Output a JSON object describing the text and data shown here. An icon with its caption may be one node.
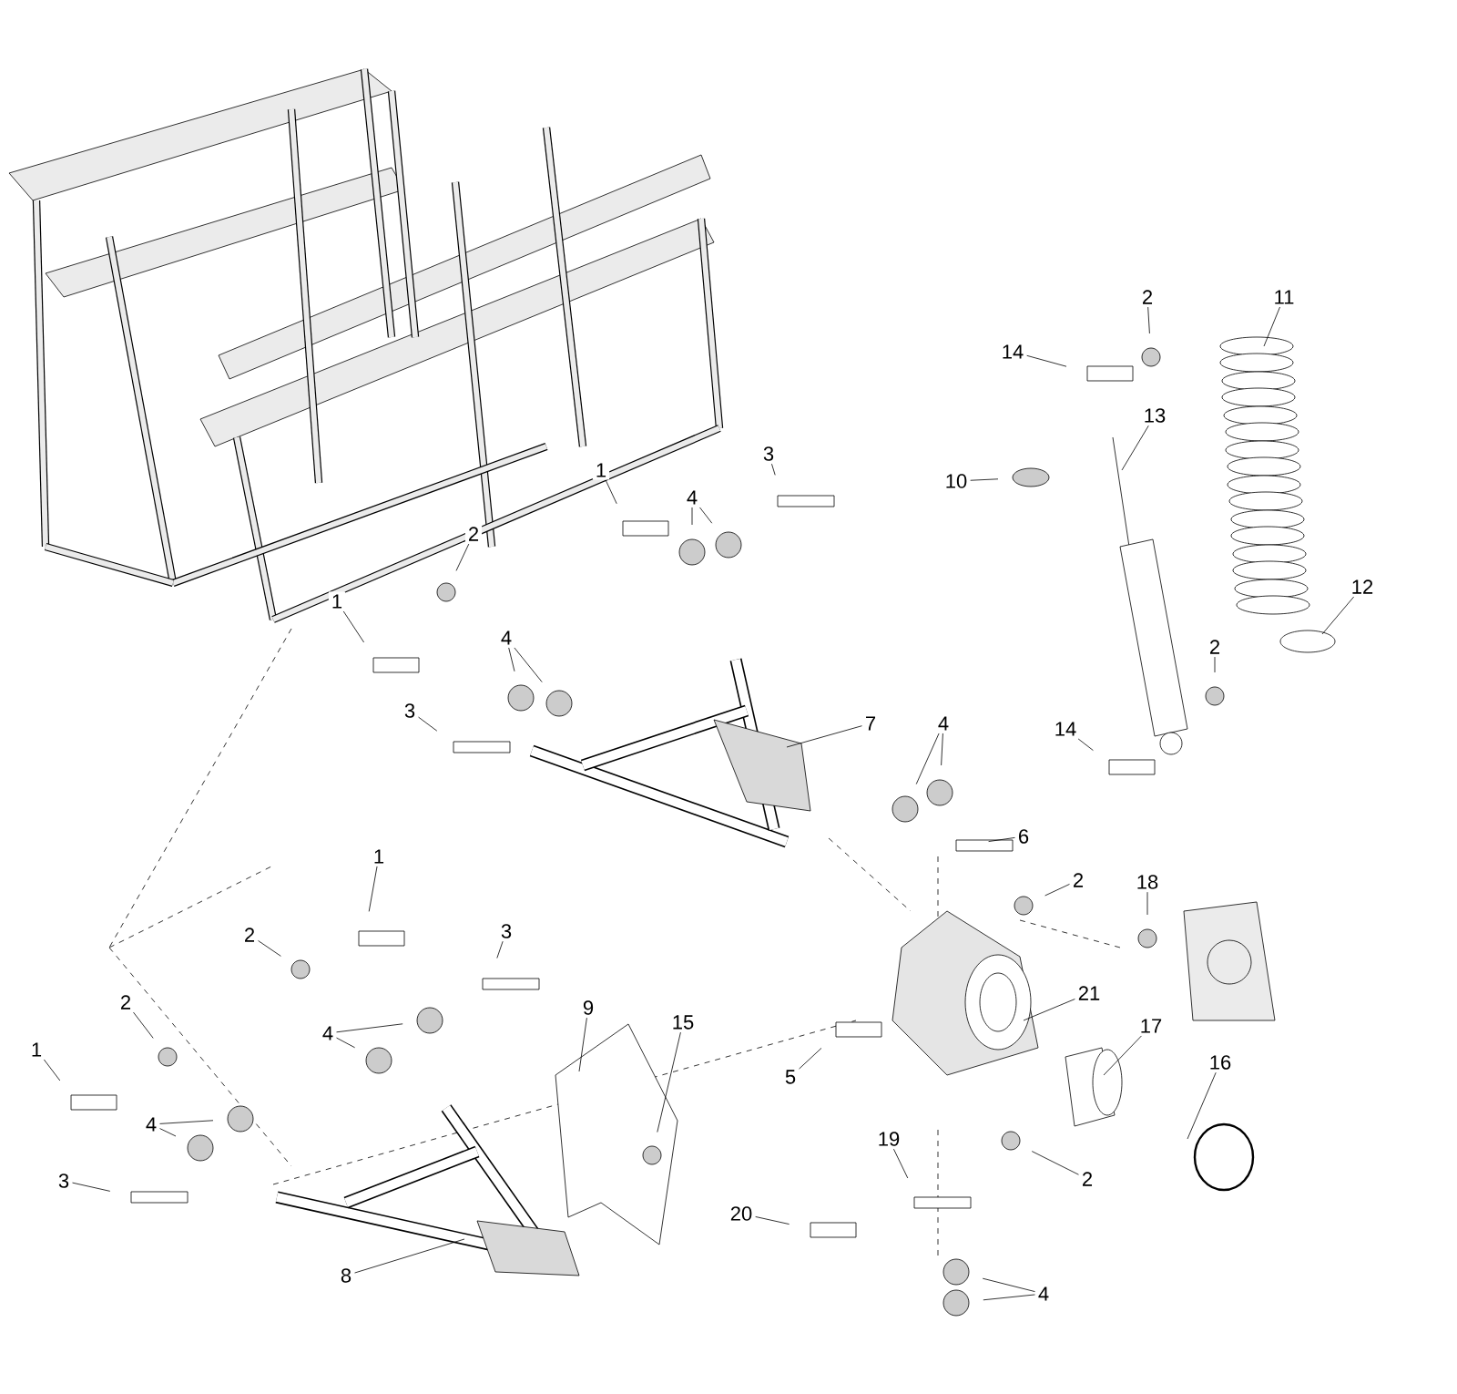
{
  "diagram": {
    "nodes": [
      {
        "text": [
          "2"
        ]
      },
      {
        "text": [
          "14"
        ]
      },
      {
        "text": [
          "13"
        ]
      },
      {
        "text": [
          "11"
        ]
      },
      {
        "text": [
          "10"
        ]
      },
      {
        "text": [
          "12"
        ]
      },
      {
        "text": [
          "1"
        ]
      },
      {
        "text": [
          "3"
        ]
      },
      {
        "text": [
          "2"
        ]
      },
      {
        "text": [
          "4"
        ]
      },
      {
        "text": [
          "1"
        ]
      },
      {
        "text": [
          "3"
        ]
      },
      {
        "text": [
          "4"
        ]
      },
      {
        "text": [
          "7"
        ]
      },
      {
        "text": [
          "4"
        ]
      },
      {
        "text": [
          "2"
        ]
      },
      {
        "text": [
          "14"
        ]
      },
      {
        "text": [
          "6"
        ]
      },
      {
        "text": [
          "1"
        ]
      },
      {
        "text": [
          "3"
        ]
      },
      {
        "text": [
          "2"
        ]
      },
      {
        "text": [
          "2"
        ]
      },
      {
        "text": [
          "18"
        ]
      },
      {
        "text": [
          "21"
        ]
      },
      {
        "text": [
          "2"
        ]
      },
      {
        "text": [
          "4"
        ]
      },
      {
        "text": [
          "9"
        ]
      },
      {
        "text": [
          "15"
        ]
      },
      {
        "text": [
          "17"
        ]
      },
      {
        "text": [
          "5"
        ]
      },
      {
        "text": [
          "16"
        ]
      },
      {
        "text": [
          "1"
        ]
      },
      {
        "text": [
          "4"
        ]
      },
      {
        "text": [
          "3"
        ]
      },
      {
        "text": [
          "19"
        ]
      },
      {
        "text": [
          "2"
        ]
      },
      {
        "text": [
          "20"
        ]
      },
      {
        "text": [
          "8"
        ]
      },
      {
        "text": [
          "4"
        ]
      }
    ],
    "edges": [
      {
        "from": 0,
        "to": null,
        "arrow": "none"
      },
      {
        "from": 1,
        "to": null,
        "arrow": "none"
      },
      {
        "from": 2,
        "to": null,
        "arrow": "none"
      },
      {
        "from": 3,
        "to": null,
        "arrow": "none"
      },
      {
        "from": 4,
        "to": null,
        "arrow": "none"
      },
      {
        "from": 5,
        "to": null,
        "arrow": "none"
      },
      {
        "from": 6,
        "to": null,
        "arrow": "none"
      },
      {
        "from": 7,
        "to": null,
        "arrow": "none"
      },
      {
        "from": 8,
        "to": null,
        "arrow": "none"
      },
      {
        "from": 9,
        "to": null,
        "arrow": "none"
      },
      {
        "from": 9,
        "to": null,
        "arrow": "none"
      },
      {
        "from": 10,
        "to": null,
        "arrow": "none"
      },
      {
        "from": 11,
        "to": null,
        "arrow": "none"
      },
      {
        "from": 12,
        "to": null,
        "arrow": "none"
      },
      {
        "from": 12,
        "to": null,
        "arrow": "none"
      },
      {
        "from": 13,
        "to": null,
        "arrow": "none"
      },
      {
        "from": 14,
        "to": null,
        "arrow": "none"
      },
      {
        "from": 14,
        "to": null,
        "arrow": "none"
      },
      {
        "from": 15,
        "to": null,
        "arrow": "none"
      },
      {
        "from": 16,
        "to": null,
        "arrow": "none"
      },
      {
        "from": 17,
        "to": null,
        "arrow": "none"
      },
      {
        "from": 18,
        "to": null,
        "arrow": "none"
      },
      {
        "from": 19,
        "to": null,
        "arrow": "none"
      },
      {
        "from": 20,
        "to": null,
        "arrow": "none"
      },
      {
        "from": 21,
        "to": null,
        "arrow": "none"
      },
      {
        "from": 22,
        "to": null,
        "arrow": "none"
      },
      {
        "from": 23,
        "to": null,
        "arrow": "none"
      },
      {
        "from": 24,
        "to": null,
        "arrow": "none"
      },
      {
        "from": 25,
        "to": null,
        "arrow": "none"
      },
      {
        "from": 25,
        "to": null,
        "arrow": "none"
      },
      {
        "from": 26,
        "to": null,
        "arrow": "none"
      },
      {
        "from": 27,
        "to": null,
        "arrow": "none"
      },
      {
        "from": 28,
        "to": null,
        "arrow": "none"
      },
      {
        "from": 29,
        "to": null,
        "arrow": "none"
      },
      {
        "from": 30,
        "to": null,
        "arrow": "none"
      },
      {
        "from": 31,
        "to": null,
        "arrow": "none"
      },
      {
        "from": 32,
        "to": null,
        "arrow": "none"
      },
      {
        "from": 32,
        "to": null,
        "arrow": "none"
      },
      {
        "from": 33,
        "to": null,
        "arrow": "none"
      },
      {
        "from": 34,
        "to": null,
        "arrow": "none"
      },
      {
        "from": 35,
        "to": null,
        "arrow": "none"
      },
      {
        "from": 36,
        "to": null,
        "arrow": "none"
      },
      {
        "from": 37,
        "to": null,
        "arrow": "none"
      },
      {
        "from": 38,
        "to": null,
        "arrow": "none"
      },
      {
        "from": 38,
        "to": null,
        "arrow": "none"
      }
    ]
  }
}
